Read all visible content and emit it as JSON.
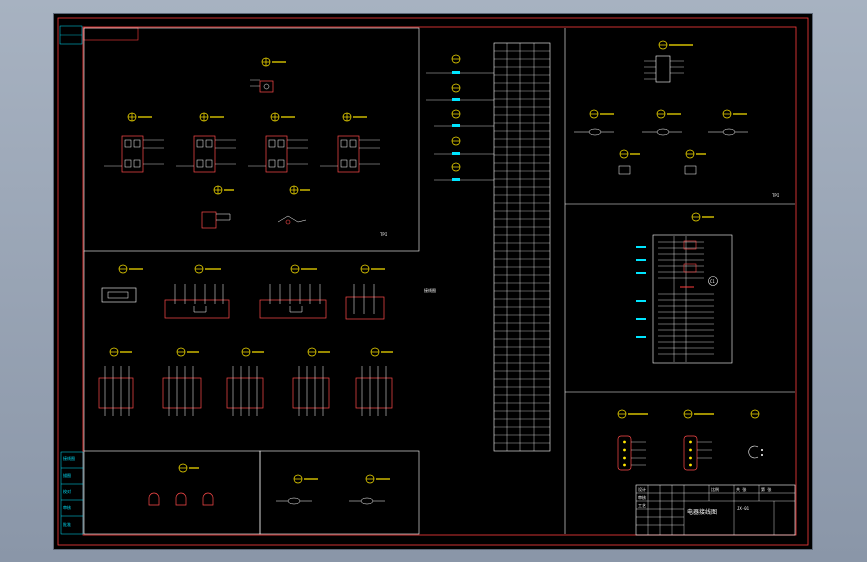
{
  "drawing": {
    "colors": {
      "background": "#000000",
      "border": "#ff3b3b",
      "wire": "#ffffff",
      "component": "#ff4a4a",
      "label": "#ffe600",
      "cyan": "#00e5ff",
      "viewer_frame": "#a7b2c1"
    },
    "panel_notes": {
      "top_left": "TPI",
      "top_right": "TPI",
      "center": "接线图"
    },
    "module_id": "C1",
    "title_block": {
      "row1": [
        "设计",
        "",
        "比例",
        "",
        "共 张",
        "第 张"
      ],
      "row2": [
        "审核",
        "",
        "",
        "",
        "",
        ""
      ],
      "row3": [
        "工艺",
        "",
        "",
        "",
        "",
        ""
      ],
      "main": "电器接线图",
      "code": "JX-01"
    },
    "side_labels": [
      "接线图",
      "描图",
      "校对",
      "审核",
      "批准"
    ]
  }
}
